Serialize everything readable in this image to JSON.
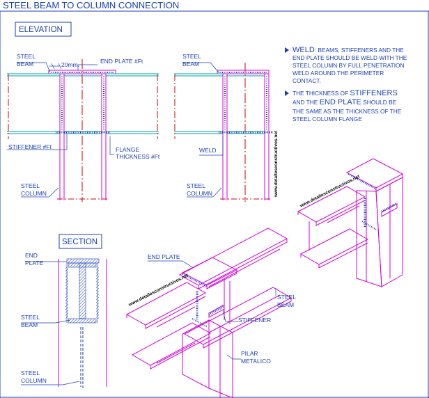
{
  "title": "STEEL BEAM TO COLUMN CONNECTION",
  "colors": {
    "blue": "#1a3fb5",
    "magenta": "#d400d4",
    "cyan": "#00a0a0",
    "red": "#d40000",
    "black": "#000000"
  },
  "elevation": {
    "heading": "ELEVATION",
    "left": {
      "steel_beam_1": "STEEL",
      "steel_beam_2": "BEAM",
      "dim": "20mm.",
      "end_plate": "END PLATE #Ft",
      "stiffener": "STIFFENER #Ft",
      "flange_1": "FLANGE",
      "flange_2": "THICKNESS #Ft",
      "column_1": "STEEL",
      "column_2": "COLUMN"
    },
    "right": {
      "steel_beam_1": "STEEL",
      "steel_beam_2": "BEAM",
      "weld": "WELD",
      "column_1": "STEEL",
      "column_2": "COLUMN"
    }
  },
  "notes": {
    "n1_head": "WELD",
    "n1_l1": ": BEAMS, STIFFENERS AND THE",
    "n1_l2": "END PLATE SHOULD BE WELD WITH THE",
    "n1_l3": "STEEL COLUMN BY FULL PENETRATION",
    "n1_l4": "WELD AROUND THE PERIMETER",
    "n1_l5": "CONTACT.",
    "n2_l1a": "THE THICKNESS OF ",
    "n2_l1b": "STIFFENERS",
    "n2_l2a": "AND THE ",
    "n2_l2b": "END PLATE",
    "n2_l2c": " SHOULD BE",
    "n2_l3": "THE SAME AS THE THICKNESS OF THE",
    "n2_l4": "STEEL COLUMN FLANGE"
  },
  "section": {
    "heading": "SECTION",
    "end_plate_1": "END",
    "end_plate_2": "PLATE",
    "beam_1": "STEEL",
    "beam_2": "BEAM",
    "column_1": "STEEL",
    "column_2": "COLUMN"
  },
  "iso": {
    "end_plate": "END PLATE",
    "steel_beam_1": "STEEL",
    "steel_beam_2": "BEAM",
    "stiffener": "STIFFENER",
    "pilar_1": "PILAR",
    "pilar_2": "METALICO"
  },
  "watermark": "www.detallesconstructivos.net"
}
